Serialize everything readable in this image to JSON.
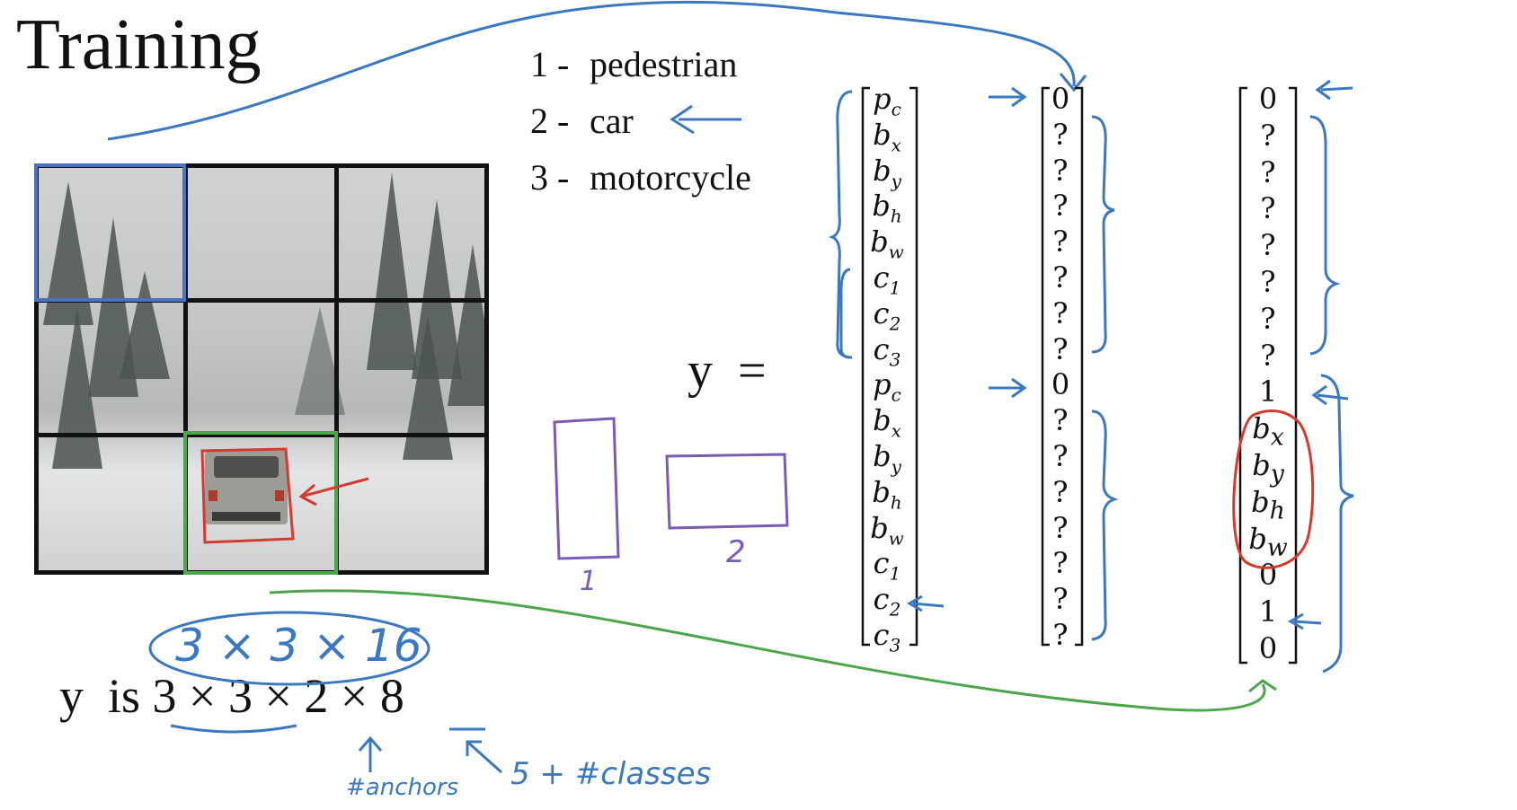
{
  "title": "Training",
  "classes": [
    {
      "num": "1 -",
      "label": "pedestrian"
    },
    {
      "num": "2 -",
      "label": "car"
    },
    {
      "num": "3 -",
      "label": "motorcycle"
    }
  ],
  "y_equals": "y  =",
  "label_vector": [
    {
      "b": "p",
      "s": "c"
    },
    {
      "b": "b",
      "s": "x"
    },
    {
      "b": "b",
      "s": "y"
    },
    {
      "b": "b",
      "s": "h"
    },
    {
      "b": "b",
      "s": "w"
    },
    {
      "b": "c",
      "s": "1"
    },
    {
      "b": "c",
      "s": "2"
    },
    {
      "b": "c",
      "s": "3"
    },
    {
      "b": "p",
      "s": "c"
    },
    {
      "b": "b",
      "s": "x"
    },
    {
      "b": "b",
      "s": "y"
    },
    {
      "b": "b",
      "s": "h"
    },
    {
      "b": "b",
      "s": "w"
    },
    {
      "b": "c",
      "s": "1"
    },
    {
      "b": "c",
      "s": "2"
    },
    {
      "b": "c",
      "s": "3"
    }
  ],
  "vector_no_object": [
    "0",
    "?",
    "?",
    "?",
    "?",
    "?",
    "?",
    "?",
    "0",
    "?",
    "?",
    "?",
    "?",
    "?",
    "?",
    "?"
  ],
  "vector_car": [
    {
      "b": "0"
    },
    {
      "b": "?"
    },
    {
      "b": "?"
    },
    {
      "b": "?"
    },
    {
      "b": "?"
    },
    {
      "b": "?"
    },
    {
      "b": "?"
    },
    {
      "b": "?"
    },
    {
      "b": "1"
    },
    {
      "b": "b",
      "s": "x"
    },
    {
      "b": "b",
      "s": "y"
    },
    {
      "b": "b",
      "s": "h"
    },
    {
      "b": "b",
      "s": "w"
    },
    {
      "b": "0"
    },
    {
      "b": "1"
    },
    {
      "b": "0"
    }
  ],
  "y_shape": "y  is 3 × 3 × 2 × 8",
  "annotations": {
    "grid_shape": "3 × 3 × 16",
    "anchor_box_1": "1",
    "anchor_box_2": "2",
    "anchors_note": "#anchors",
    "classes_note": "5 + #classes"
  },
  "colors": {
    "blue_ink": "#3a78c1",
    "green_ink": "#4ca64c",
    "red_ink": "#d63a2e",
    "purple_ink": "#7a5bb8"
  }
}
